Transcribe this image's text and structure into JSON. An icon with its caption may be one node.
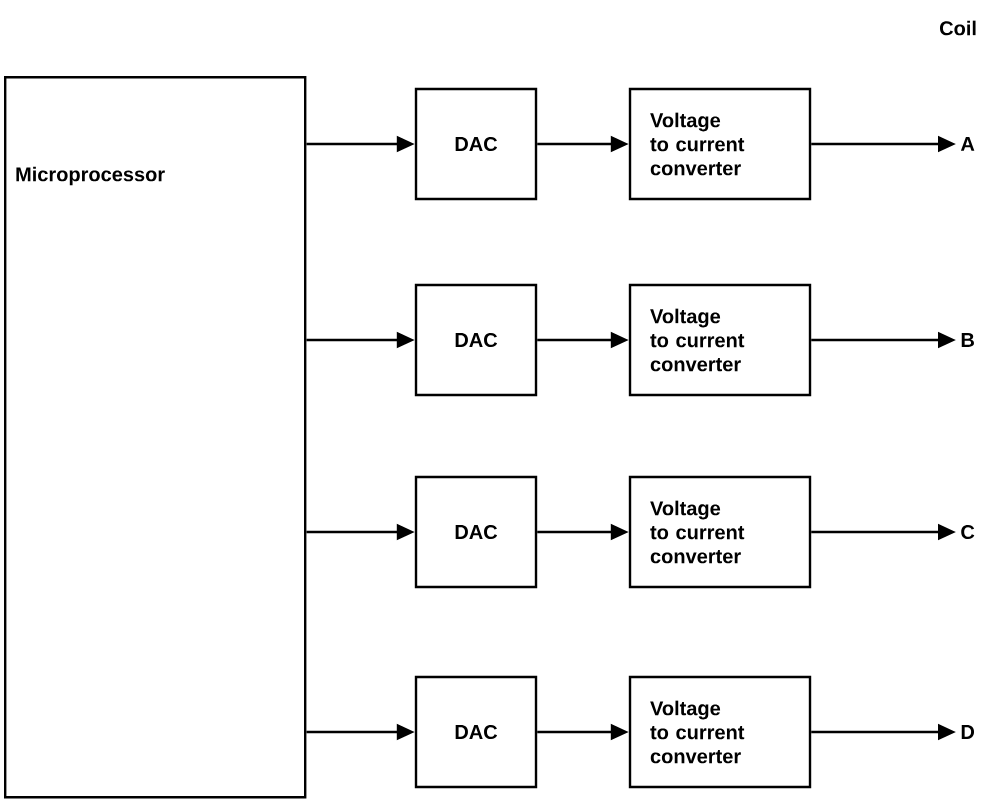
{
  "diagram": {
    "nodes": [
      {
        "text": [
          "Microprocessor"
        ]
      },
      {
        "text": [
          "DAC"
        ]
      },
      {
        "text": [
          "Voltage to current converter"
        ]
      },
      {
        "text": [
          "A"
        ]
      },
      {
        "text": [
          "DAC"
        ]
      },
      {
        "text": [
          "Voltage to current converter"
        ]
      },
      {
        "text": [
          "B"
        ]
      },
      {
        "text": [
          "DAC"
        ]
      },
      {
        "text": [
          "Voltage to current converter"
        ]
      },
      {
        "text": [
          "C"
        ]
      },
      {
        "text": [
          "DAC"
        ]
      },
      {
        "text": [
          "Voltage to current converter"
        ]
      },
      {
        "text": [
          "D"
        ]
      }
    ],
    "edges": [
      {
        "from": 0,
        "to": 1,
        "arrow": "to"
      },
      {
        "from": 1,
        "to": 2,
        "arrow": "to"
      },
      {
        "from": 2,
        "to": 3,
        "arrow": "to"
      },
      {
        "from": 0,
        "to": 4,
        "arrow": "to"
      },
      {
        "from": 4,
        "to": 5,
        "arrow": "to"
      },
      {
        "from": 5,
        "to": 6,
        "arrow": "to"
      },
      {
        "from": 0,
        "to": 7,
        "arrow": "to"
      },
      {
        "from": 7,
        "to": 8,
        "arrow": "to"
      },
      {
        "from": 8,
        "to": 9,
        "arrow": "to"
      },
      {
        "from": 0,
        "to": 10,
        "arrow": "to"
      },
      {
        "from": 10,
        "to": 11,
        "arrow": "to"
      },
      {
        "from": 11,
        "to": 12,
        "arrow": "to"
      }
    ],
    "labels": [
      "Coil"
    ]
  }
}
